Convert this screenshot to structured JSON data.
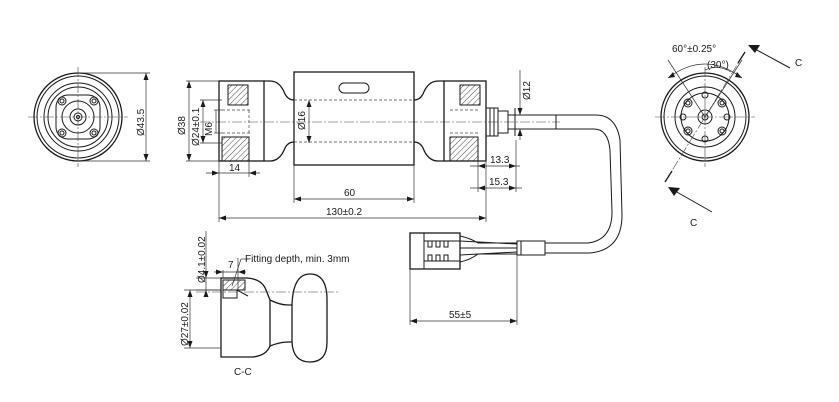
{
  "dimensions": {
    "d43_5": "Ø43.5",
    "d38": "Ø38",
    "d24": "Ø24±0.1",
    "m6": "M6",
    "d16": "Ø16",
    "d12": "Ø12",
    "len14": "14",
    "len60": "60",
    "len130": "130±0.2",
    "len13_3": "13.3",
    "len15_3": "15.3",
    "len55": "55±5",
    "d4_1": "Ø4.1±0.02",
    "len7": "7",
    "d27": "Ø27±0.02",
    "angle60": "60°±0.25°",
    "angle30": "(30°)"
  },
  "labels": {
    "fitting_depth": "Fitting depth, min. 3mm",
    "section": "C-C",
    "cut_top": "C",
    "cut_bottom": "C"
  }
}
